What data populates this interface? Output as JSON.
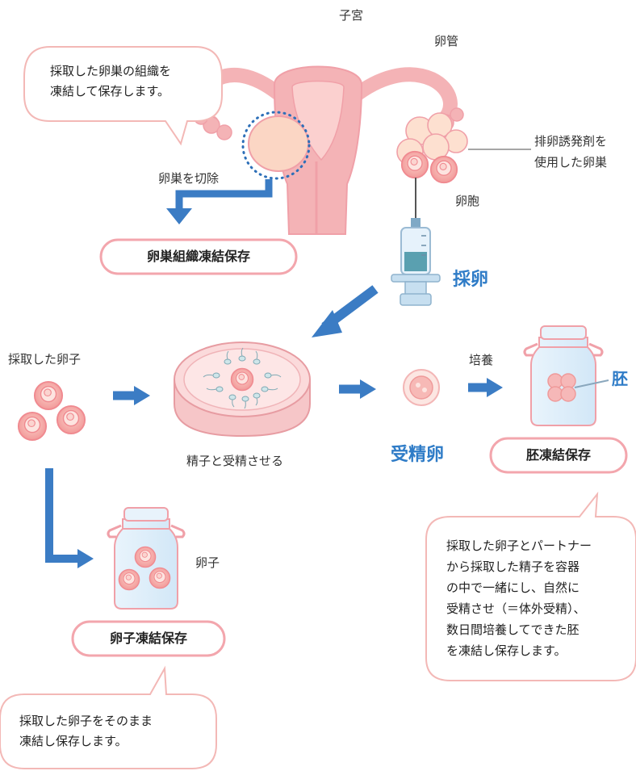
{
  "labels": {
    "uterus": "子宮",
    "fallopian_tube": "卵管",
    "ovary_removal": "卵巣を切除",
    "stimulated_ovary": "排卵誘発剤を\n使用した卵巣",
    "follicle": "卵胞",
    "retrieval": "採卵",
    "retrieved_eggs": "採取した卵子",
    "fertilize_with_sperm": "精子と受精させる",
    "fertilized_egg": "受精卵",
    "culture": "培養",
    "embryo": "胚",
    "egg_in_jar": "卵子"
  },
  "boxes": {
    "ovarian_tissue": "卵巣組織凍結保存",
    "embryo_freeze": "胚凍結保存",
    "egg_freeze": "卵子凍結保存"
  },
  "bubbles": {
    "ovarian_tissue_note": "採取した卵巣の組織を\n凍結して保存します。",
    "embryo_note": "採取した卵子とパートナー\nから採取した精子を容器\nの中で一緒にし、自然に\n受精させ（＝体外受精）、\n数日間培養してできた胚\nを凍結し保存します。",
    "egg_note": "採取した卵子をそのまま\n凍結し保存します。"
  },
  "colors": {
    "pink_stroke": "#f0a0a8",
    "pink_fill": "#f7c0c0",
    "uterus_fill": "#f4b3b6",
    "ovary_fill": "#fbd6c4",
    "blue_arrow": "#3b7cc4",
    "jar_fill": "#ddeefa",
    "dotted_circle": "#2d6fb8"
  }
}
